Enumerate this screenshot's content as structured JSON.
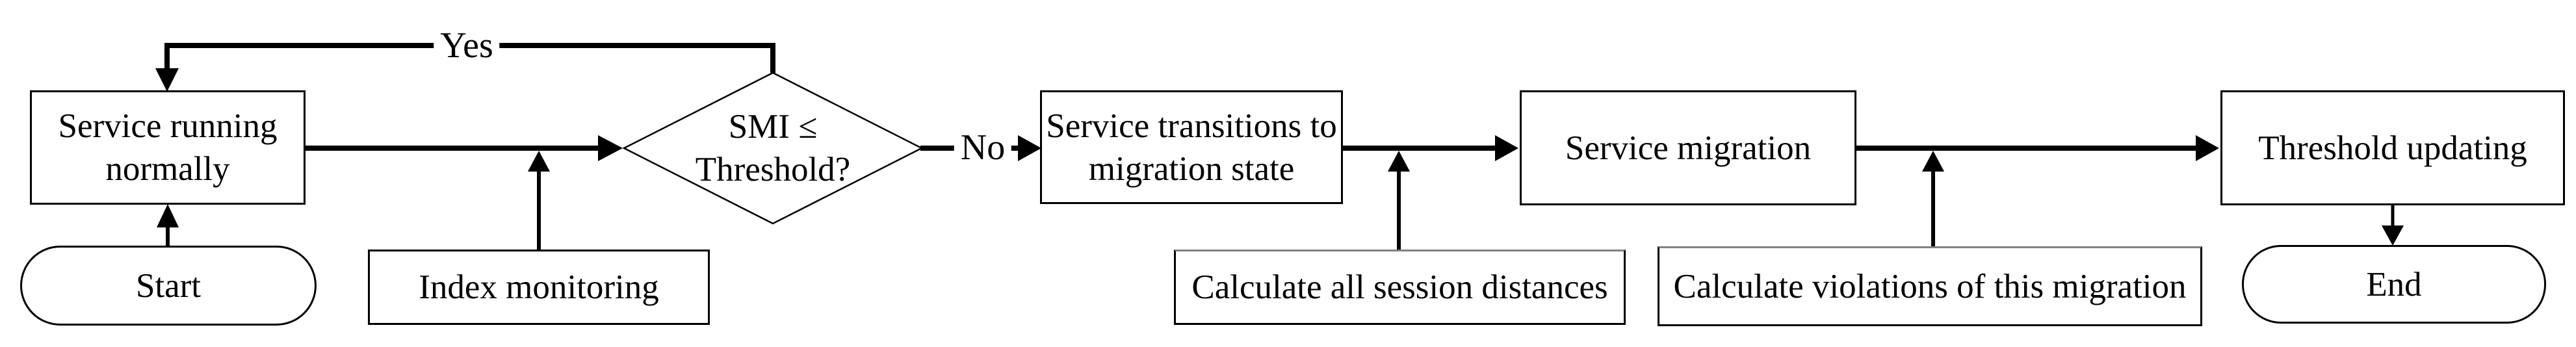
{
  "nodes": {
    "start": {
      "label": "Start",
      "shape": "terminator"
    },
    "service_running": {
      "label": "Service running normally",
      "shape": "process"
    },
    "index_monitoring": {
      "label": "Index monitoring",
      "shape": "process"
    },
    "decision": {
      "label": "SMI ≤ Threshold?",
      "shape": "decision"
    },
    "service_transitions": {
      "label": "Service transitions to migration state",
      "shape": "process"
    },
    "calc_distances": {
      "label": "Calculate all session distances",
      "shape": "process"
    },
    "service_migration": {
      "label": "Service migration",
      "shape": "process"
    },
    "calc_violations": {
      "label": "Calculate violations of this migration",
      "shape": "process"
    },
    "threshold_updating": {
      "label": "Threshold updating",
      "shape": "process"
    },
    "end": {
      "label": "End",
      "shape": "terminator"
    }
  },
  "edges": {
    "yes_label": "Yes",
    "no_label": "No"
  },
  "colors": {
    "line": "#000000",
    "text": "#000000",
    "background": "#ffffff",
    "calc_box_top_border": "#808080"
  }
}
